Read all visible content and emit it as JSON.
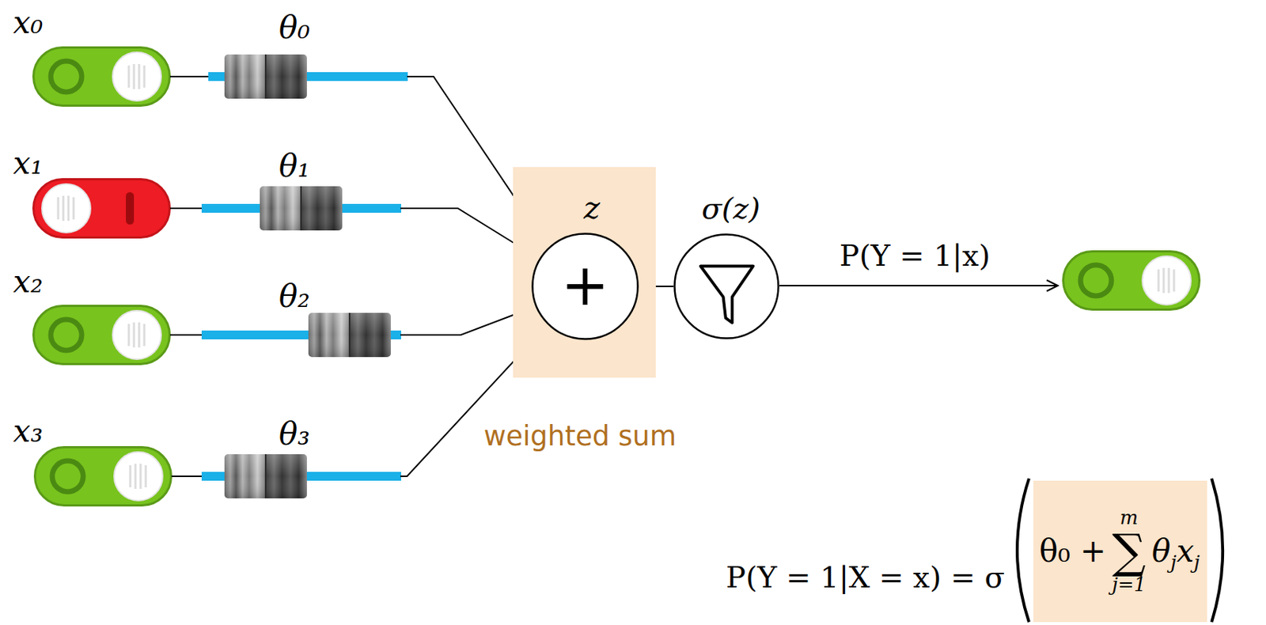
{
  "diagram": {
    "nodes": [
      {
        "text": [
          "z",
          "weighted sum"
        ]
      },
      {
        "text": [
          "+"
        ],
        "in": 0
      },
      {
        "text": [
          "σ(z)"
        ]
      },
      {
        "text": [
          "θ₀ +",
          "∑",
          "m",
          "j=1",
          "θ",
          "j",
          "x",
          "j"
        ]
      }
    ],
    "edges": [
      {
        "from": 1,
        "to": 2,
        "arrow": "none"
      }
    ],
    "labels": [
      "x₀",
      "θ₀",
      "x₁",
      "θ₁",
      "x₂",
      "θ₂",
      "x₃",
      "θ₃",
      "P(Y = 1|x)",
      "P(Y = 1|X = x) = σ"
    ]
  }
}
